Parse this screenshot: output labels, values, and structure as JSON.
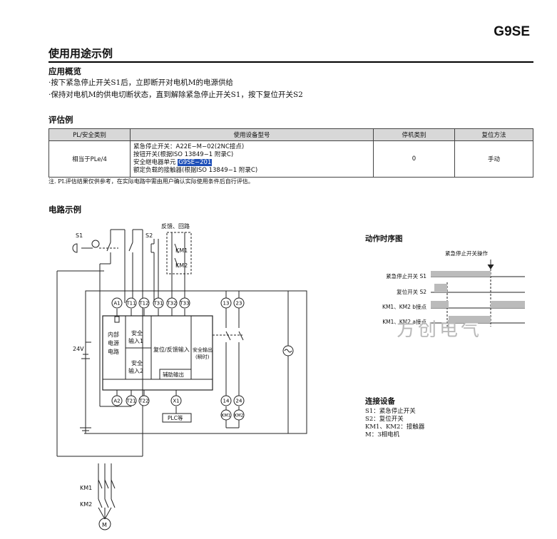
{
  "header": {
    "model": "G9SE",
    "section_title": "使用用途示例"
  },
  "overview": {
    "heading": "应用概览",
    "lines": [
      "·按下紧急停止开关S1后，立即断开对电机M的电源供给",
      "·保持对电机M的供电切断状态，直到解除紧急停止开关S1，按下复位开关S2"
    ]
  },
  "evaluation": {
    "heading": "评估例",
    "columns": [
      "PL/安全类别",
      "使用设备型号",
      "停机类别",
      "复位方法"
    ],
    "row": {
      "pl": "相当于PLe/4",
      "devices": [
        "紧急停止开关：A22E−M−02(2NC接点)",
        "按钮开关(根据ISO 13849−1 附录C)",
        "安全继电器单元 ",
        "额定负载的接触器(根据ISO 13849−1 附录C)"
      ],
      "device_highlight": "G9SE−201",
      "stop_category": "0",
      "reset": "手动"
    },
    "note": "注. PL评估结果仅供参考，在实际电路中需由用户确认实际使用条件后自行评估。"
  },
  "circuit": {
    "heading": "电路示例",
    "labels": {
      "s1": "S1",
      "s2": "S2",
      "feedback_loop": "反馈、回路",
      "km1": "KM1",
      "km2": "KM2",
      "v24": "24V",
      "internal_power": [
        "内部",
        "电源",
        "电路"
      ],
      "safety_in1": [
        "安全",
        "输入1"
      ],
      "safety_in2": [
        "安全",
        "输入2"
      ],
      "reset_feedback": "复位/反馈输入",
      "safety_out": [
        "安全输出",
        "(瞬时)"
      ],
      "aux_out": "辅助输出",
      "plc": "PLC等",
      "motor": "M"
    },
    "terminals_top": [
      "A1",
      "T11",
      "T12",
      "T31",
      "T32",
      "T33"
    ],
    "terminals_top_right": [
      "13",
      "23"
    ],
    "terminals_bottom": [
      "A2",
      "T21",
      "T22",
      "X1"
    ],
    "terminals_bottom_right": [
      "14",
      "24"
    ],
    "coils": [
      "KM1",
      "KM2"
    ]
  },
  "timing": {
    "heading": "动作时序图",
    "event_label": "紧急停止开关操作",
    "rows": [
      "紧急停止开关  S1",
      "复位开关  S2",
      "KM1、KM2  b接点",
      "KM1、KM2  a接点"
    ]
  },
  "watermark": "方创电气",
  "connections": {
    "heading": "连接设备",
    "items": [
      "S1：紧急停止开关",
      "S2：复位开关",
      "KM1、KM2：接触器",
      "M：3相电机"
    ]
  }
}
